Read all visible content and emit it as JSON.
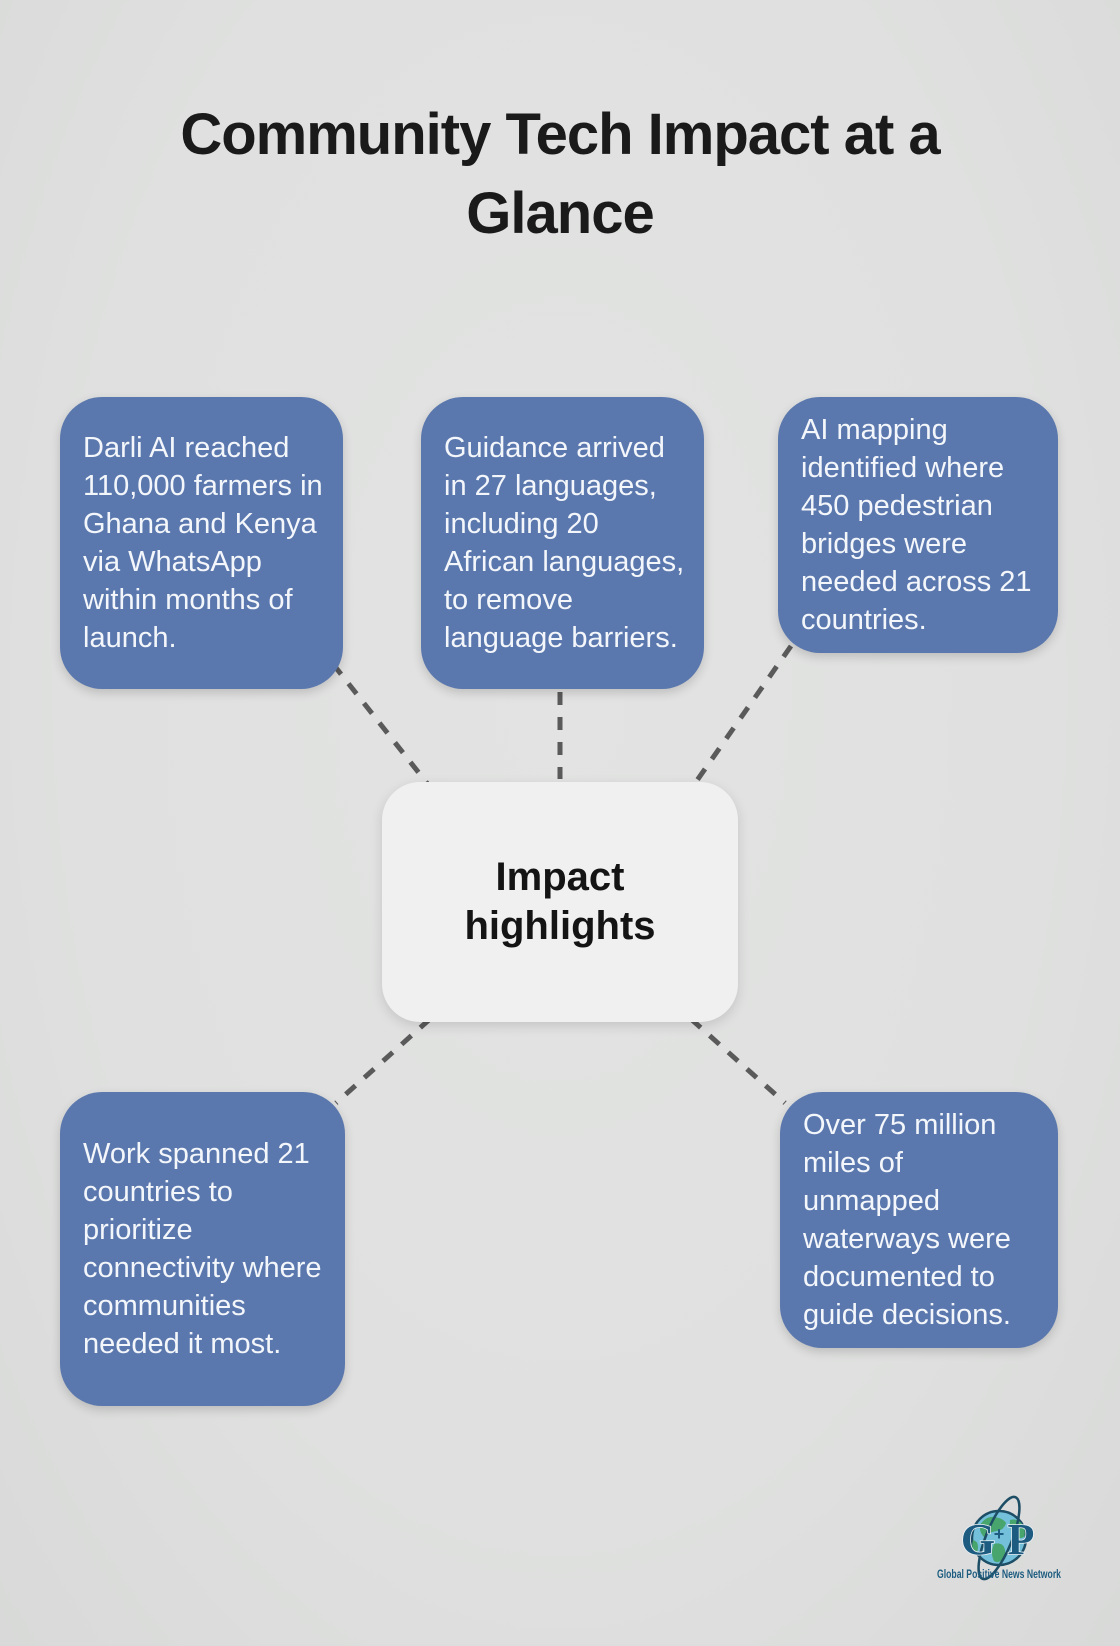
{
  "page": {
    "title": "Community Tech Impact at a Glance"
  },
  "center": {
    "label": "Impact highlights"
  },
  "cards": [
    {
      "id": "darli-ai",
      "text": "Darli AI reached 110,000 farmers in Ghana and Kenya via WhatsApp within months of launch."
    },
    {
      "id": "languages",
      "text": "Guidance arrived in 27 languages, including 20 African languages, to remove language barriers."
    },
    {
      "id": "bridges",
      "text": "AI mapping identified where 450 pedestrian bridges were needed across 21 countries."
    },
    {
      "id": "connectivity",
      "text": "Work spanned 21 countries to prioritize connectivity where communities needed it most."
    },
    {
      "id": "waterways",
      "text": "Over 75 million miles of unmapped waterways were documented to guide decisions."
    }
  ],
  "logo": {
    "letter_left": "G",
    "letter_right": "P",
    "plus": "+",
    "caption": "Global Positive News Network"
  },
  "colors": {
    "background": "#e2e3e2",
    "title": "#1a1a1a",
    "card": "#5b78ae",
    "card_text": "#f3f6fa",
    "center_bg": "#f0f0f1",
    "center_text": "#141414",
    "connector": "#5a5a5a",
    "logo_text": "#1d5c80",
    "globe_ocean": "#74c0da",
    "globe_land": "#47a56d",
    "globe_outline": "#1d4e66"
  }
}
